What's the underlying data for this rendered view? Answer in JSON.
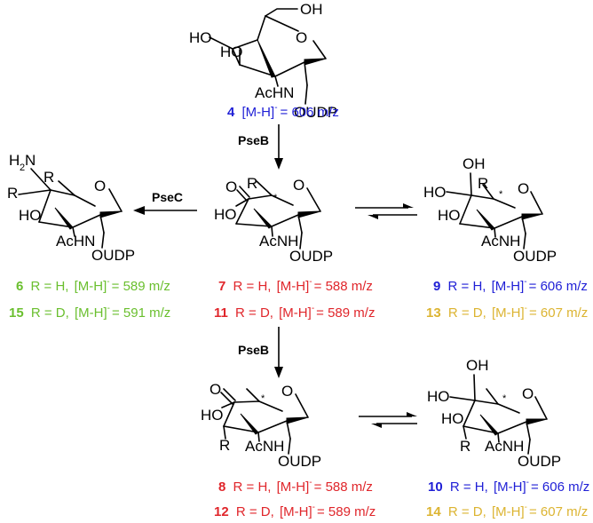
{
  "colors": {
    "blue": "#1f1fd6",
    "red": "#e0262b",
    "green": "#6abf2e",
    "gold": "#dcb431",
    "black": "#000000"
  },
  "enzymes": {
    "pseb_top": "PseB",
    "psec": "PseC",
    "pseb_bottom": "PseB"
  },
  "atoms": {
    "oh": "OH",
    "ho": "HO",
    "o": "O",
    "acHN": "AcHN",
    "acNH": "AcNH",
    "oudp": "OUDP",
    "r": "R",
    "h2n": "H",
    "n": "N",
    "two": "2",
    "star": "*"
  },
  "compounds": [
    {
      "id": "c4",
      "num": "4",
      "r": "",
      "mass": "[M-H]",
      "charge": "-",
      "value": "= 606 m/z",
      "color": "blue"
    },
    {
      "id": "c6",
      "num": "6",
      "r": "R = H,",
      "mass": "[M-H]",
      "charge": "-",
      "value": "= 589 m/z",
      "color": "green"
    },
    {
      "id": "c15",
      "num": "15",
      "r": "R = D,",
      "mass": "[M-H]",
      "charge": "-",
      "value": "= 591 m/z",
      "color": "green"
    },
    {
      "id": "c7",
      "num": "7",
      "r": "R = H,",
      "mass": "[M-H]",
      "charge": "-",
      "value": "= 588 m/z",
      "color": "red"
    },
    {
      "id": "c11",
      "num": "11",
      "r": "R = D,",
      "mass": "[M-H]",
      "charge": "-",
      "value": "= 589 m/z",
      "color": "red"
    },
    {
      "id": "c9",
      "num": "9",
      "r": "R = H,",
      "mass": "[M-H]",
      "charge": "-",
      "value": "= 606 m/z",
      "color": "blue"
    },
    {
      "id": "c13",
      "num": "13",
      "r": "R = D,",
      "mass": "[M-H]",
      "charge": "-",
      "value": "= 607 m/z",
      "color": "gold"
    },
    {
      "id": "c8",
      "num": "8",
      "r": "R = H,",
      "mass": "[M-H]",
      "charge": "-",
      "value": "= 588 m/z",
      "color": "red"
    },
    {
      "id": "c12",
      "num": "12",
      "r": "R = D,",
      "mass": "[M-H]",
      "charge": "-",
      "value": "= 589 m/z",
      "color": "red"
    },
    {
      "id": "c10",
      "num": "10",
      "r": "R = H,",
      "mass": "[M-H]",
      "charge": "-",
      "value": "= 606 m/z",
      "color": "blue"
    },
    {
      "id": "c14",
      "num": "14",
      "r": "R = D,",
      "mass": "[M-H]",
      "charge": "-",
      "value": "= 607 m/z",
      "color": "gold"
    }
  ]
}
